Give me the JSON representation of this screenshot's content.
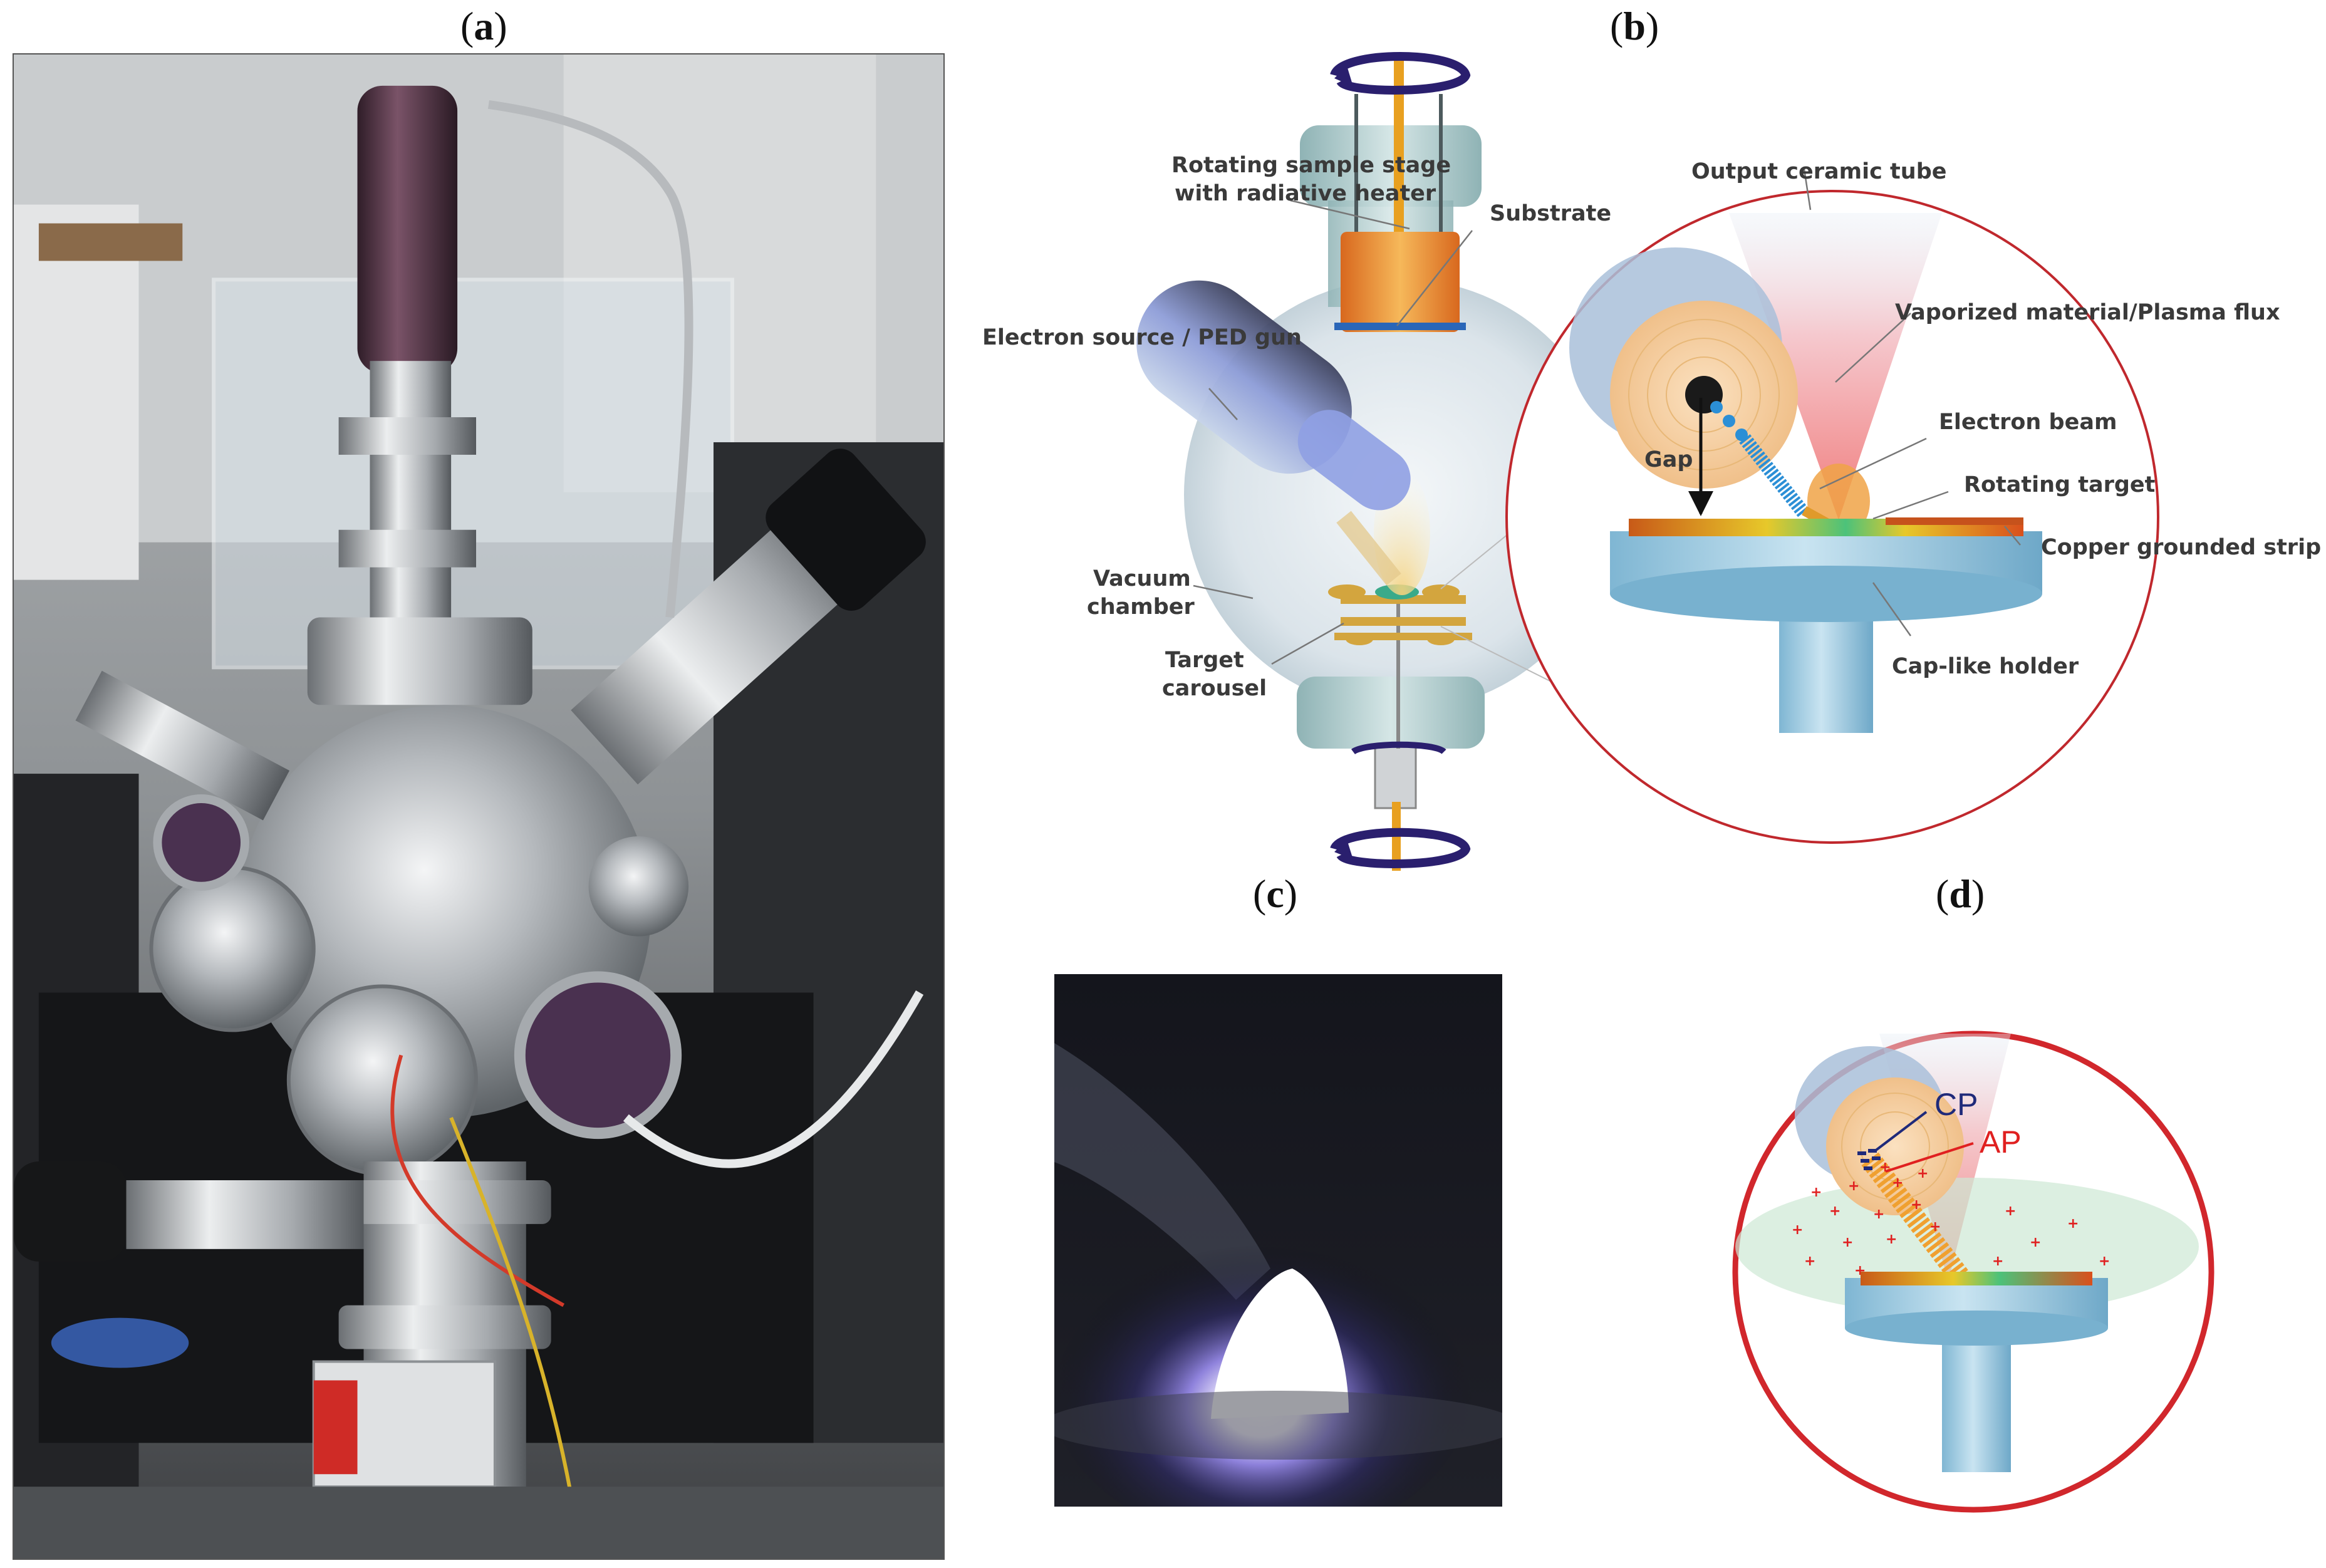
{
  "panels": {
    "a": {
      "open": "(",
      "letter": "a",
      "close": ")"
    },
    "b": {
      "open": "(",
      "letter": "b",
      "close": ")"
    },
    "c": {
      "open": "(",
      "letter": "c",
      "close": ")"
    },
    "d": {
      "open": "(",
      "letter": "d",
      "close": ")"
    }
  },
  "diagram_b": {
    "rotating_stage_line1": "Rotating sample stage",
    "rotating_stage_line2": "with radiative heater",
    "substrate": "Substrate",
    "electron_source": "Electron source / PED gun",
    "vacuum_chamber_line1": "Vacuum",
    "vacuum_chamber_line2": "chamber",
    "target_carousel_line1": "Target",
    "target_carousel_line2": "carousel",
    "output_ceramic_tube": "Output ceramic tube",
    "plasma_flux": "Vaporized material/Plasma flux",
    "electron_beam": "Electron beam",
    "gap": "Gap",
    "rotating_target": "Rotating target",
    "copper_strip": "Copper grounded strip",
    "cap_holder": "Cap-like holder"
  },
  "diagram_d": {
    "cp": "CP",
    "ap": "AP"
  },
  "colors": {
    "zoom_circle": "#c0282d",
    "cp_label": "#1f2a7a",
    "ap_label": "#e02020",
    "rotation_arrow": "#2a1f6e",
    "stage_rod": "#e8a020"
  }
}
